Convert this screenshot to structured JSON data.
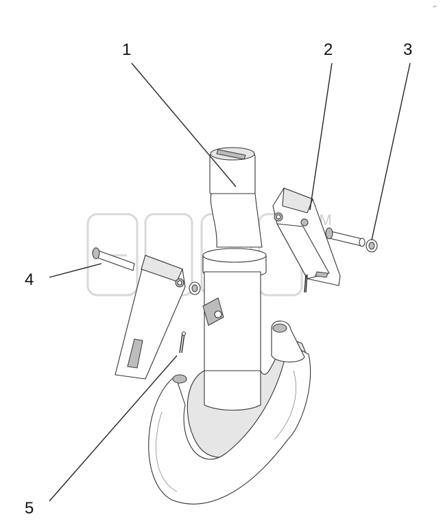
{
  "diagram": {
    "callouts": [
      {
        "id": "1",
        "label": "1"
      },
      {
        "id": "2",
        "label": "2"
      },
      {
        "id": "3",
        "label": "3"
      },
      {
        "id": "4",
        "label": "4"
      },
      {
        "id": "5",
        "label": "5"
      }
    ],
    "watermark": {
      "trademark": "TM"
    },
    "corner_mark": "⌐"
  }
}
